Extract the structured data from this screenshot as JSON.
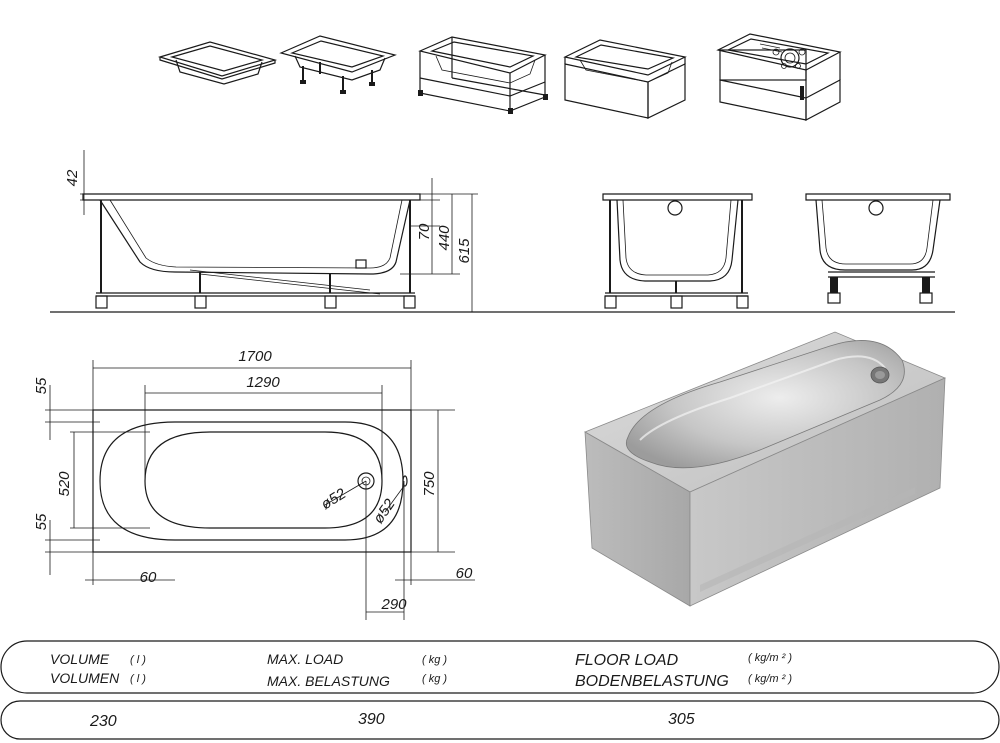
{
  "dimensions": {
    "rim_height": "42",
    "overflow_height": "70",
    "tub_height": "440",
    "total_height": "615",
    "length": "1700",
    "inner_length": "1290",
    "width": "750",
    "inner_width": "520",
    "rim_top": "55",
    "rim_bottom": "55",
    "offset_left": "60",
    "offset_right": "60",
    "drain_offset": "290",
    "drain_diameter": "ø52",
    "overflow_diameter": "ø52"
  },
  "specs": {
    "volume_label": "VOLUME",
    "volume_label_de": "VOLUMEN",
    "volume_unit": "( l )",
    "load_label": "MAX. LOAD",
    "load_label_de": "MAX. BELASTUNG",
    "load_unit": "( kg )",
    "floor_label": "FLOOR LOAD",
    "floor_label_de": "BODENBELASTUNG",
    "floor_unit": "( kg/m ² )",
    "volume_value": "230",
    "load_value": "390",
    "floor_value": "305"
  }
}
